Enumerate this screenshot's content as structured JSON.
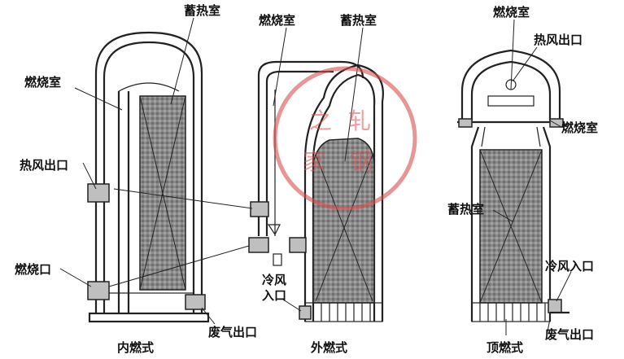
{
  "labels": {
    "inner": {
      "checker_chamber": "蓄热室",
      "combustion_chamber": "燃烧室",
      "hot_air_outlet": "热风出口",
      "burner_port": "燃烧口",
      "waste_gas_outlet": "废气出口",
      "caption": "内燃式"
    },
    "outer": {
      "combustion_chamber": "燃烧室",
      "checker_chamber": "蓄热室",
      "cold_air_inlet_line1": "冷风",
      "cold_air_inlet_line2": "入口",
      "caption": "外燃式"
    },
    "top": {
      "combustion_chamber_top": "燃烧室",
      "hot_air_outlet": "热风出口",
      "combustion_chamber_side": "燃烧室",
      "checker_chamber": "蓄热室",
      "cold_air_inlet": "冷风入口",
      "waste_gas_outlet": "废气出口",
      "caption": "顶燃式"
    }
  },
  "watermark": {
    "chars": [
      "之",
      "轧",
      "家",
      "钢"
    ],
    "color": "#d94f4f"
  },
  "colors": {
    "line": "#222222",
    "checker_fill": "#8c8c8c",
    "background": "#ffffff"
  }
}
